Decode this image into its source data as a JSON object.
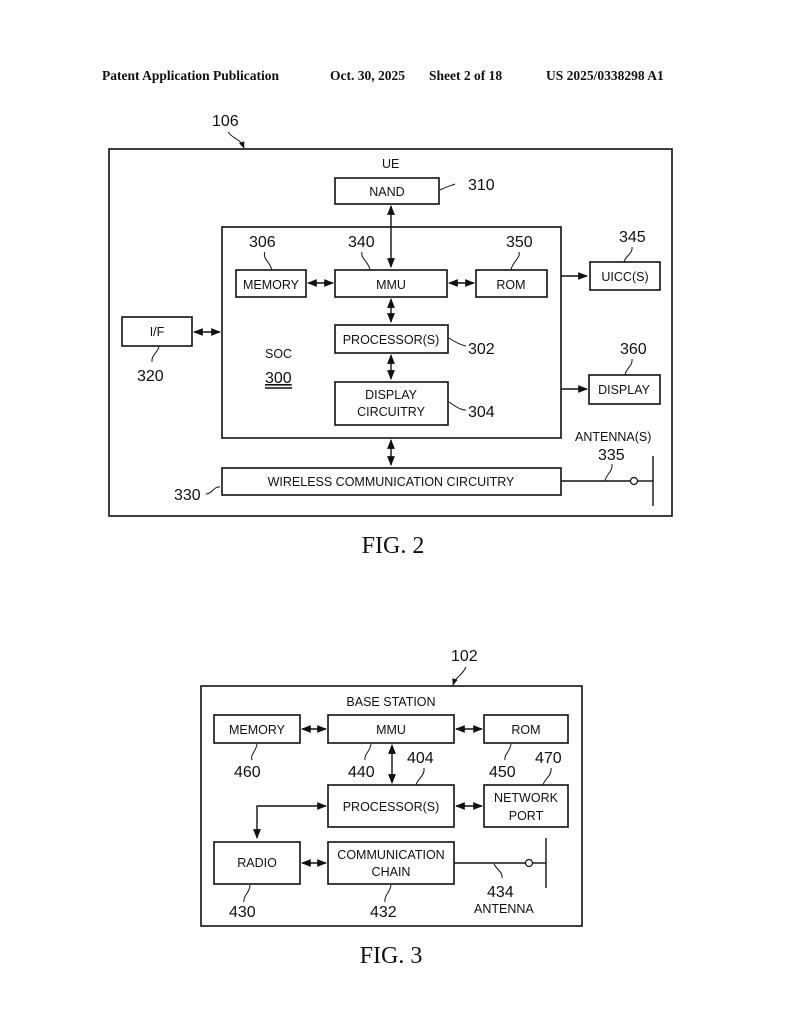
{
  "header": {
    "left": "Patent Application Publication",
    "date": "Oct. 30, 2025",
    "sheet": "Sheet 2 of 18",
    "number": "US 2025/0338298 A1"
  },
  "fig2": {
    "caption": "FIG. 2",
    "ref_ue": "106",
    "title": "UE",
    "nand": {
      "label": "NAND",
      "ref": "310"
    },
    "memory": {
      "label": "MEMORY",
      "ref": "306"
    },
    "mmu": {
      "label": "MMU",
      "ref": "340"
    },
    "rom": {
      "label": "ROM",
      "ref": "350"
    },
    "uicc": {
      "label": "UICC(S)",
      "ref": "345"
    },
    "interface": {
      "label": "I/F",
      "ref": "320"
    },
    "processor": {
      "label": "PROCESSOR(S)",
      "ref": "302"
    },
    "soc": {
      "label": "SOC",
      "ref": "300"
    },
    "display_circuitry": {
      "line1": "DISPLAY",
      "line2": "CIRCUITRY",
      "ref": "304"
    },
    "display": {
      "label": "DISPLAY",
      "ref": "360"
    },
    "antenna": {
      "label": "ANTENNA(S)",
      "ref": "335"
    },
    "wireless": {
      "label": "WIRELESS COMMUNICATION CIRCUITRY",
      "ref": "330"
    }
  },
  "fig3": {
    "caption": "FIG. 3",
    "ref_bs": "102",
    "title": "BASE STATION",
    "memory": {
      "label": "MEMORY",
      "ref": "460"
    },
    "mmu": {
      "label": "MMU",
      "ref": "440"
    },
    "rom": {
      "label": "ROM",
      "ref": "450"
    },
    "processor": {
      "label": "PROCESSOR(S)",
      "ref": "404"
    },
    "network_port": {
      "line1": "NETWORK",
      "line2": "PORT",
      "ref": "470"
    },
    "radio": {
      "label": "RADIO",
      "ref": "430"
    },
    "comm_chain": {
      "line1": "COMMUNICATION",
      "line2": "CHAIN",
      "ref": "432"
    },
    "antenna": {
      "label": "ANTENNA",
      "ref": "434"
    }
  }
}
